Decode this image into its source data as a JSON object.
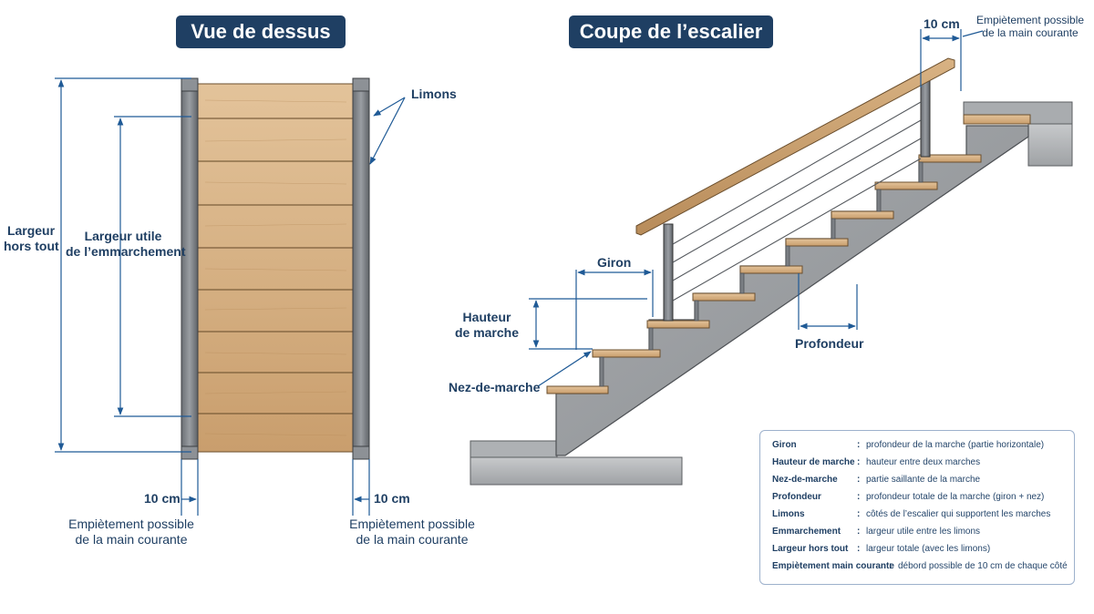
{
  "titles": {
    "top_view": "Vue de dessus",
    "section": "Coupe de l’escalier"
  },
  "top_view": {
    "limons": "Limons",
    "largeur_hors_tout_1": "Largeur",
    "largeur_hors_tout_2": "hors tout",
    "largeur_utile_1": "Largeur utile",
    "largeur_utile_2": "de l’emmarchement",
    "left_overhang_value": "10 cm",
    "right_overhang_value": "10 cm",
    "left_overhang_1": "Empiètement possible",
    "left_overhang_2": "de la main courante",
    "right_overhang_1": "Empiètement possible",
    "right_overhang_2": "de la main courante"
  },
  "section": {
    "top_overhang_value": "10 cm",
    "top_overhang_1": "Empiètement possible",
    "top_overhang_2": "de la main courante",
    "giron": "Giron",
    "hauteur_1": "Hauteur",
    "hauteur_2": "de marche",
    "nez": "Nez-de-marche",
    "profondeur": "Profondeur"
  },
  "legend": [
    {
      "term": "Giron",
      "def": "profondeur de la marche (partie horizontale)"
    },
    {
      "term": "Hauteur de marche",
      "def": "hauteur entre deux marches"
    },
    {
      "term": "Nez-de-marche",
      "def": "partie saillante de la marche"
    },
    {
      "term": "Profondeur",
      "def": "profondeur totale de la marche (giron + nez)"
    },
    {
      "term": "Limons",
      "def": "côtés de l’escalier qui supportent les marches"
    },
    {
      "term": "Emmarchement",
      "def": "largeur utile entre les limons"
    },
    {
      "term": "Largeur hors tout",
      "def": "largeur totale (avec les limons)"
    },
    {
      "term": "Empiètement main courante",
      "def": "débord possible de 10 cm de chaque côté"
    }
  ],
  "colors": {
    "navy": "#1f3f63",
    "annotation": "#1f5a96",
    "wood": "#d9b488",
    "stringer": "#7b7f84",
    "concrete": "#b9bbbd"
  }
}
